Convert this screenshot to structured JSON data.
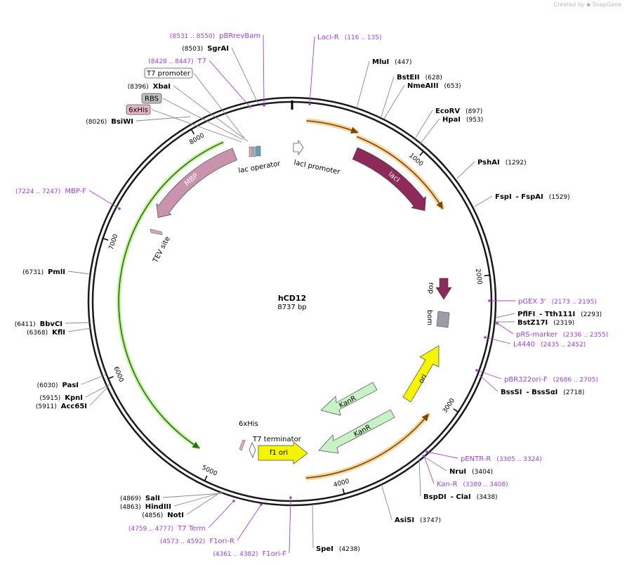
{
  "branding": {
    "created_by": "Created by",
    "logo": "SnapGene"
  },
  "plasmid": {
    "name": "hCD12",
    "size_label": "8737 bp",
    "length": 8737
  },
  "colors": {
    "backbone": "#1a1a1a",
    "primer": "#a040d0",
    "enzyme_line": "#888888",
    "lacI": "#8e2a5a",
    "MBP": "#c993ad",
    "rop": "#8e2a5a",
    "ori": "#f5f500",
    "KanR": "#c6f2c6",
    "f1_ori": "#f5f500",
    "tag_box": "#bcbcbc",
    "sixhis_box": "#e4b6c6",
    "t7_promoter_box": "#ffffff"
  },
  "ticks": [
    {
      "pos": 1000,
      "label": "1000"
    },
    {
      "pos": 2000,
      "label": "2000"
    },
    {
      "pos": 3000,
      "label": "3000"
    },
    {
      "pos": 4000,
      "label": "4000"
    },
    {
      "pos": 5000,
      "label": "5000"
    },
    {
      "pos": 6000,
      "label": "6000"
    },
    {
      "pos": 7000,
      "label": "7000"
    },
    {
      "pos": 8000,
      "label": "8000"
    }
  ],
  "enzymes": [
    {
      "name": "MluI",
      "pos": "(447)"
    },
    {
      "name": "BstEII",
      "pos": "(628)"
    },
    {
      "name": "NmeAIII",
      "pos": "(653)"
    },
    {
      "name": "EcoRV",
      "pos": "(897)"
    },
    {
      "name": "HpaI",
      "pos": "(953)"
    },
    {
      "name": "PshAI",
      "pos": "(1292)"
    },
    {
      "name": "FspI",
      "extra": "- FspAI",
      "pos": "(1529)"
    },
    {
      "name": "PflFI",
      "extra": "- Tth111I",
      "pos": "(2293)"
    },
    {
      "name": "BstZ17I",
      "pos": "(2319)"
    },
    {
      "name": "BssSI",
      "extra": "- BssSαI",
      "pos": "(2718)"
    },
    {
      "name": "NruI",
      "pos": "(3404)"
    },
    {
      "name": "BspDI",
      "extra": "- ClaI",
      "pos": "(3438)"
    },
    {
      "name": "AsiSI",
      "pos": "(3747)"
    },
    {
      "name": "SpeI",
      "pos": "(4238)"
    },
    {
      "name": "NotI",
      "pos": "(4856)"
    },
    {
      "name": "HindIII",
      "pos": "(4863)"
    },
    {
      "name": "SalI",
      "pos": "(4869)"
    },
    {
      "name": "Acc65I",
      "pos": "(5911)"
    },
    {
      "name": "KpnI",
      "pos": "(5915)"
    },
    {
      "name": "PasI",
      "pos": "(6030)"
    },
    {
      "name": "KflI",
      "pos": "(6368)"
    },
    {
      "name": "BbvCI",
      "pos": "(6411)"
    },
    {
      "name": "PmlI",
      "pos": "(6731)"
    },
    {
      "name": "BsiWI",
      "pos": "(8026)"
    },
    {
      "name": "XbaI",
      "pos": "(8396)"
    },
    {
      "name": "SgrAI",
      "pos": "(8503)"
    }
  ],
  "primers": [
    {
      "name": "LacI-R",
      "range": "(116 .. 135)"
    },
    {
      "name": "pGEX 3'",
      "range": "(2173 .. 2195)"
    },
    {
      "name": "pRS-marker",
      "range": "(2336 .. 2355)"
    },
    {
      "name": "L4440",
      "range": "(2435 .. 2452)"
    },
    {
      "name": "pBR322ori-F",
      "range": "(2686 .. 2705)"
    },
    {
      "name": "pENTR-R",
      "range": "(3305 .. 3324)"
    },
    {
      "name": "Kan-R",
      "range": "(3389 .. 3408)"
    },
    {
      "name": "T7 Term",
      "range": "(4759 .. 4777)"
    },
    {
      "name": "F1ori-R",
      "range": "(4573 .. 4592)"
    },
    {
      "name": "F1ori-F",
      "range": "(4361 .. 4382)"
    },
    {
      "name": "MBP-F",
      "range": "(7224 .. 7247)"
    },
    {
      "name": "T7",
      "range": "(8428 .. 8447)"
    },
    {
      "name": "pBRrevBam",
      "range": "(8531 .. 8550)"
    }
  ],
  "tags": [
    {
      "name": "T7 promoter"
    },
    {
      "name": "RBS"
    },
    {
      "name": "6xHis"
    }
  ],
  "features": [
    {
      "name": "lacI"
    },
    {
      "name": "lacI promoter"
    },
    {
      "name": "lac operator"
    },
    {
      "name": "MBP"
    },
    {
      "name": "TEV site"
    },
    {
      "name": "rop"
    },
    {
      "name": "bom"
    },
    {
      "name": "ori"
    },
    {
      "name": "KanR"
    },
    {
      "name": "KanR"
    },
    {
      "name": "f1 ori"
    },
    {
      "name": "T7 terminator"
    },
    {
      "name": "6xHis"
    }
  ]
}
